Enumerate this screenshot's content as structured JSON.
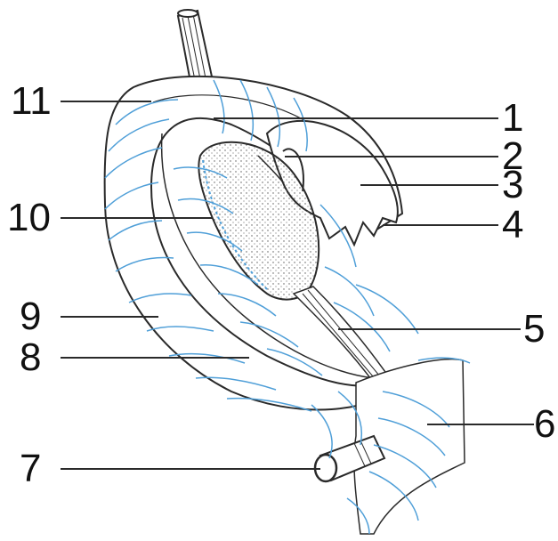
{
  "figure": {
    "colors": {
      "outline": "#2a2a2a",
      "fiber": "#4f9fd8",
      "stipple": "#555555",
      "background": "#ffffff"
    },
    "labels": {
      "l1": "1",
      "l2": "2",
      "l3": "3",
      "l4": "4",
      "l5": "5",
      "l6": "6",
      "l7": "7",
      "l8": "8",
      "l9": "9",
      "l10": "10",
      "l11": "11"
    }
  }
}
